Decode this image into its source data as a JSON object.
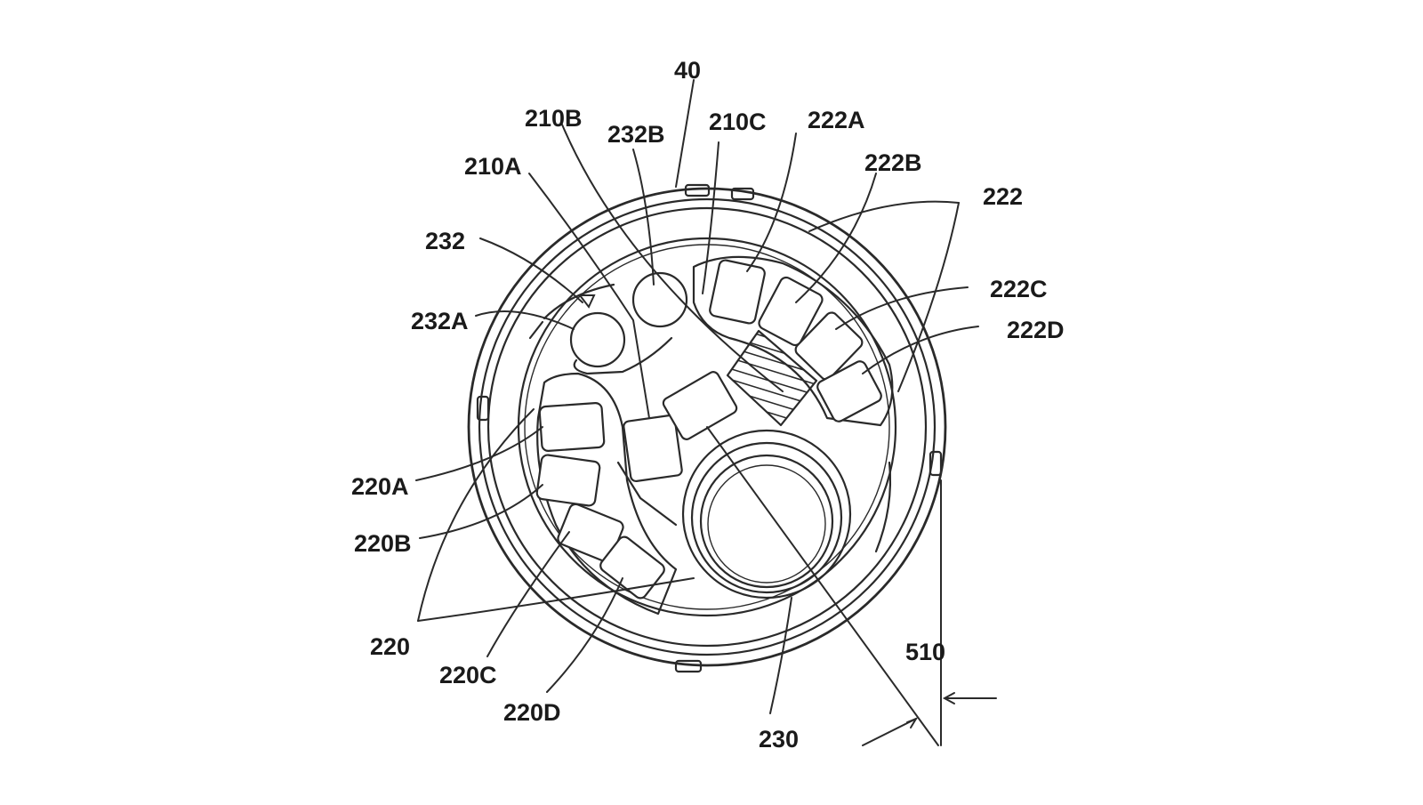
{
  "figure": {
    "labels": {
      "l40": "40",
      "l210B": "210B",
      "l232B": "232B",
      "l210C": "210C",
      "l222A": "222A",
      "l210A": "210A",
      "l222B": "222B",
      "l222": "222",
      "l232": "232",
      "l222C": "222C",
      "l232A": "232A",
      "l222D": "222D",
      "l220A": "220A",
      "l220B": "220B",
      "l220": "220",
      "l510": "510",
      "l220C": "220C",
      "l220D": "220D",
      "l230": "230"
    }
  }
}
